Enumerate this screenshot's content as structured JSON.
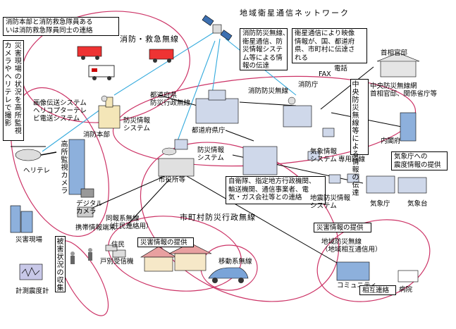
{
  "title": "地域衛星通信ネットワーク",
  "boxes": {
    "fire_hq": "消防本部と消防救急隊員ある\nいは消防救急隊員同士の連絡",
    "fire_sat": "消防防災無線、\n衛星通信、防\n災情報システ\nム等による情\n報の伝達",
    "sat_video": "衛星通信により映像\n情報が、国、都道府\n県、市町村に伝達さ\nれる",
    "disaster_info": "災害情報の提供",
    "disaster_info2": "災害情報の提供",
    "mutual": "相互連絡",
    "jma_info": "気象庁への\n震度情報の提供",
    "agencies": "自衛隊、指定地方行政機関、\n輸送機関、通信事業者、電\n気・ガス会社等との連絡"
  },
  "vertical_boxes": {
    "camera": [
      "カメラやヘリテレで撮影",
      "災害現場の状況を高所監視"
    ],
    "central": [
      "中央防災無線等による",
      "情報の伝達"
    ],
    "collect": [
      "被",
      "害",
      "状",
      "況",
      "の",
      "収",
      "集"
    ]
  },
  "labels": {
    "fire_radio": "消防・救急無線",
    "heli_system": "画像伝送システム\nヘリコプターテレ\nビ電送システム",
    "fire_hq_label": "消防本部",
    "disaster_info_sys": "防災情報\nシステム",
    "pref_radio": "都道府県\n防災行政無線",
    "pref_office": "都道府県庁",
    "fire_disaster_radio": "消防防災無線",
    "fire_agency": "消防庁",
    "fax": "FAX",
    "phone": "電話",
    "pm_office": "首相官邸",
    "central_radio": "中央防災無線網\n首相官邸、関係省庁等",
    "cabinet": "内閣府",
    "jma_system": "気象情報\nシステム",
    "dedicated": "専用回線",
    "heli_tele": "ヘリテレ",
    "high_camera": "高所監視カメラ",
    "digital_camera": "デジタル\nカメラ",
    "mobile_terminal": "携帯情報端末",
    "disaster_site": "災害現場",
    "seismometer": "計測震度計",
    "city_hall": "市役所等",
    "muni_radio": "市町村防災行政無線",
    "broadcast": "同報系無線\n（住民連絡用）",
    "residents": "住民",
    "household": "戸別受信機",
    "mobile_radio": "移動系無線",
    "quake_system": "地震防災情報\nシステム",
    "jma": "気象庁",
    "jma_short": "気象台",
    "regional_radio": "地域防災無線\n（地域相互通信用）",
    "community": "コミュニティ",
    "hospital": "病院"
  },
  "colors": {
    "ellipse": "#cc3366",
    "satellite_link": "#33aadd"
  }
}
